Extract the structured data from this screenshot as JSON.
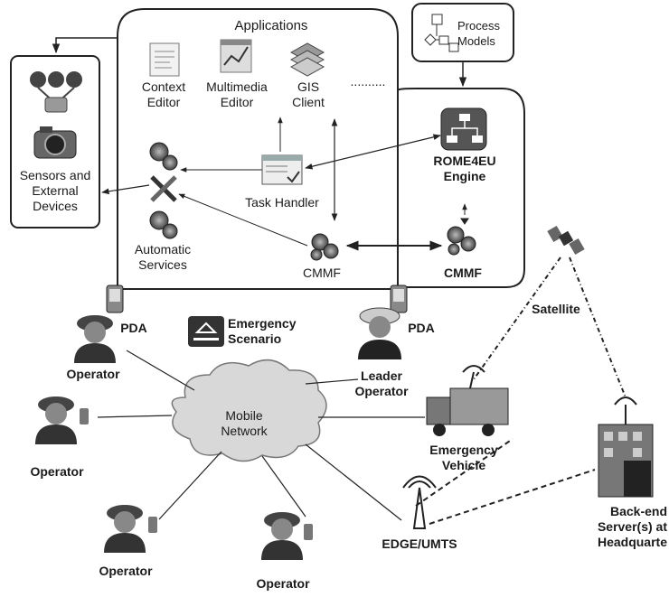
{
  "applications": {
    "title": "Applications",
    "context_editor": "Context Editor",
    "multimedia_editor": "Multimedia Editor",
    "gis_client": "GIS Client",
    "more": "..........",
    "task_handler": "Task Handler",
    "automatic_services": "Automatic Services",
    "cmmf_local": "CMMF"
  },
  "devices": {
    "label": "Sensors and External Devices"
  },
  "process": {
    "label": "Process Models"
  },
  "engine": {
    "label": "ROME4EU Engine",
    "cmmf": "CMMF"
  },
  "scenario": {
    "emergency": "Emergency Scenario",
    "pda_left": "PDA",
    "pda_right": "PDA",
    "satellite": "Satellite",
    "mobile_network": "Mobile Network",
    "leader": "Leader Operator",
    "operator_1": "Operator",
    "operator_2": "Operator",
    "operator_3": "Operator",
    "operator_4": "Operator",
    "vehicle": "Emergency Vehicle",
    "edge": "EDGE/UMTS",
    "backend": "Back-end Server(s) at Headquarte"
  },
  "colors": {
    "line": "#222222",
    "cloud": "#d8d8d8",
    "icon_dark": "#333333",
    "icon_gray": "#8a8a8a"
  }
}
